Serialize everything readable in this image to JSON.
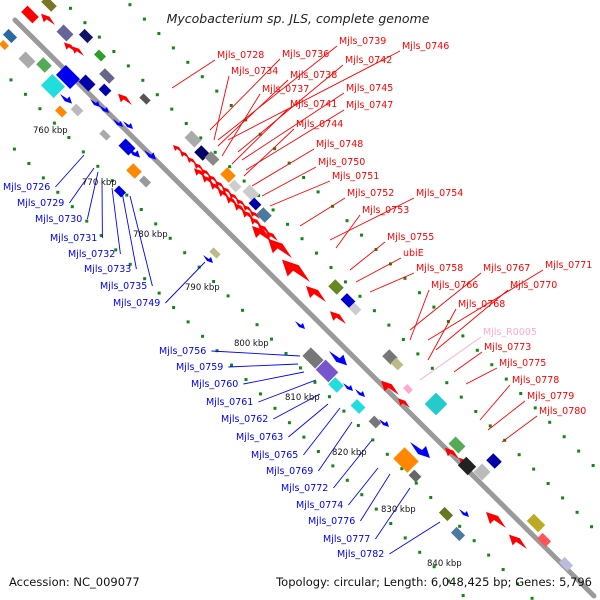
{
  "title": "Mycobacterium sp. JLS, complete genome",
  "footer": {
    "accession": "Accession: NC_009077",
    "topology": "Topology: circular; Length: 6,048,425 bp; Genes: 5,796"
  },
  "colors": {
    "forward": "#ff0000",
    "reverse": "#0000ff",
    "rna": "#ffaacc",
    "backbone": "#999999",
    "tick_dots": "#118811"
  },
  "kbp_ticks": [
    "760 kbp",
    "770 kbp",
    "780 kbp",
    "790 kbp",
    "800 kbp",
    "810 kbp",
    "820 kbp",
    "830 kbp",
    "840 kbp"
  ],
  "forward_labels": [
    "Mjls_0728",
    "Mjls_0736",
    "Mjls_0739",
    "Mjls_0746",
    "Mjls_0734",
    "Mjls_0742",
    "Mjls_0738",
    "Mjls_0737",
    "Mjls_0745",
    "Mjls_0741",
    "Mjls_0747",
    "Mjls_0744",
    "Mjls_0748",
    "Mjls_0750",
    "Mjls_0751",
    "Mjls_0752",
    "Mjls_0754",
    "Mjls_0753",
    "Mjls_0755",
    "ubiE",
    "Mjls_0758",
    "Mjls_0767",
    "Mjls_0771",
    "Mjls_0766",
    "Mjls_0770",
    "Mjls_0768",
    "Mjls_0773",
    "Mjls_0775",
    "Mjls_0778",
    "Mjls_0779",
    "Mjls_0780"
  ],
  "rna_labels": [
    "Mjls_R0005"
  ],
  "reverse_labels": [
    "Mjls_0726",
    "Mjls_0729",
    "Mjls_0730",
    "Mjls_0731",
    "Mjls_0732",
    "Mjls_0733",
    "Mjls_0735",
    "Mjls_0749",
    "Mjls_0756",
    "Mjls_0759",
    "Mjls_0760",
    "Mjls_0761",
    "Mjls_0762",
    "Mjls_0763",
    "Mjls_0765",
    "Mjls_0769",
    "Mjls_0772",
    "Mjls_0774",
    "Mjls_0776",
    "Mjls_0777",
    "Mjls_0782"
  ]
}
